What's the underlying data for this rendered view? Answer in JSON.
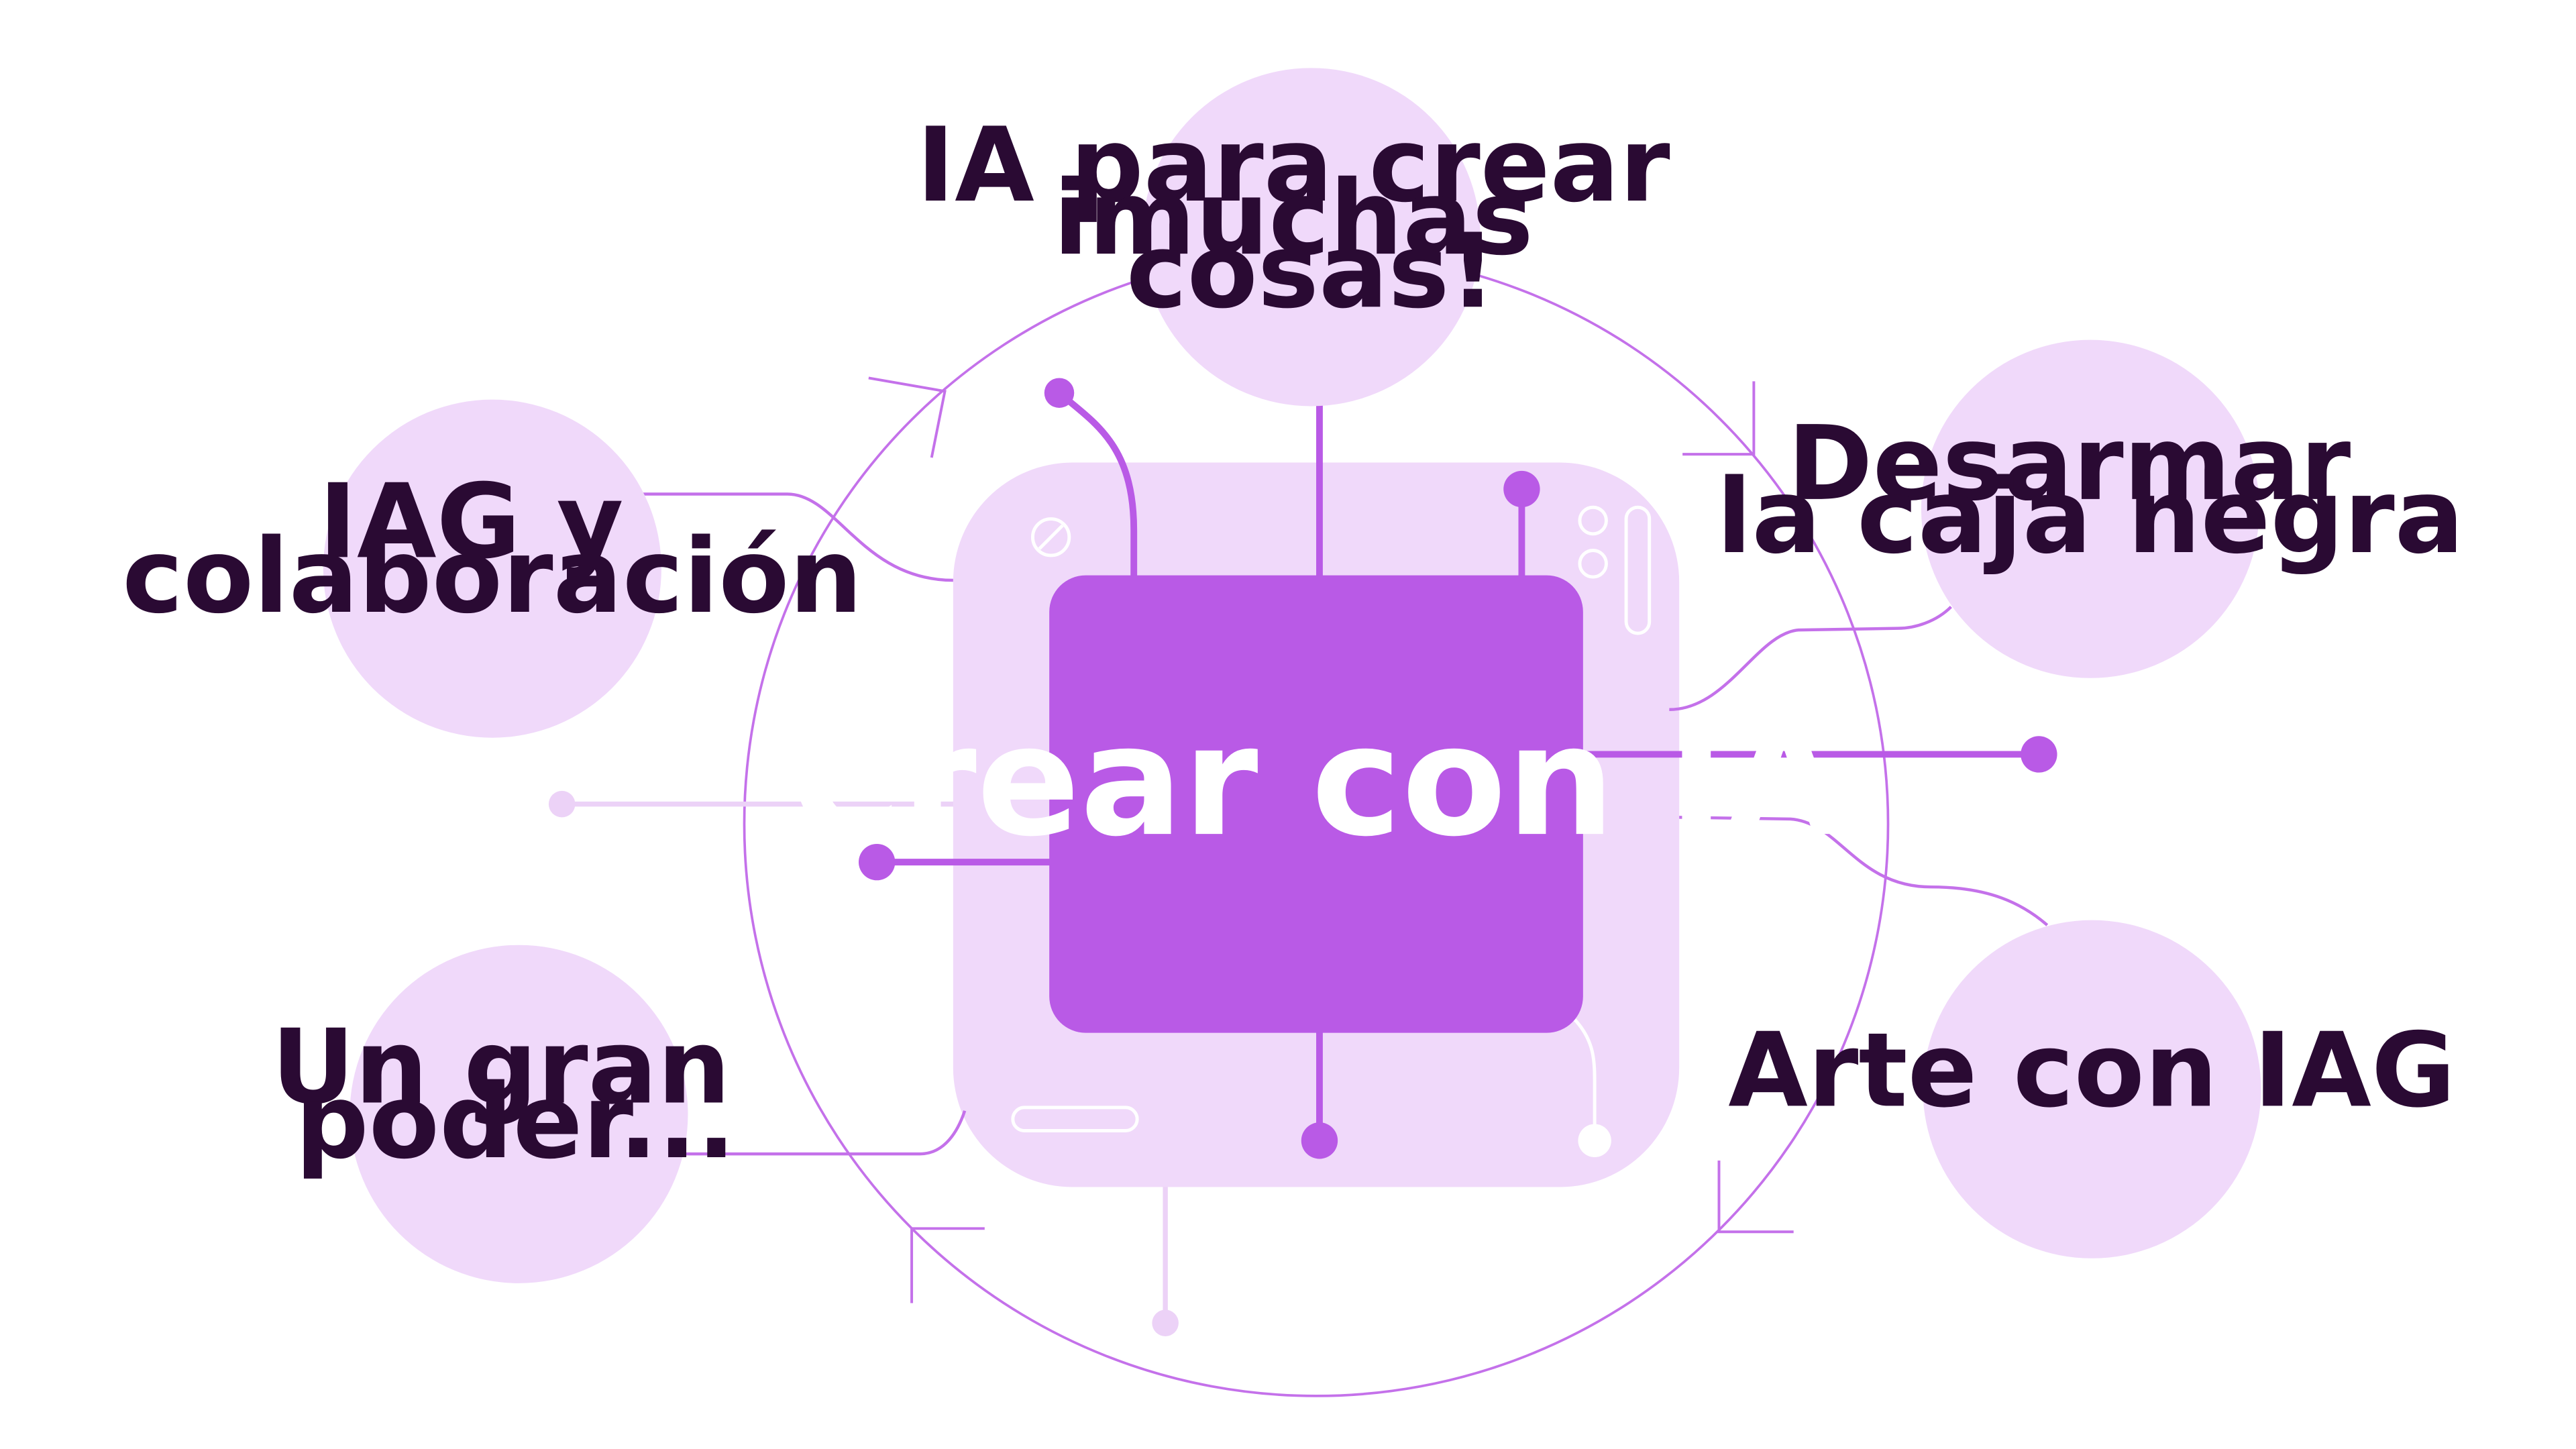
{
  "colors": {
    "light": "#f0d9fa",
    "accent": "#b95ae6",
    "thin_line": "#c471ea",
    "pale_line": "#ecd2f7",
    "text_dark": "#2a0a33",
    "text_light": "#ffffff"
  },
  "center": {
    "label": "Crear con IA"
  },
  "nodes": [
    {
      "id": "top",
      "lines": [
        "IA para crear",
        "imuchas",
        "cosas!"
      ]
    },
    {
      "id": "top-left",
      "lines": [
        "IAG y",
        "colaboración"
      ]
    },
    {
      "id": "bottom-left",
      "lines": [
        "Un gran",
        "poder..."
      ]
    },
    {
      "id": "top-right",
      "lines": [
        "Desarmar",
        "la caja negra"
      ]
    },
    {
      "id": "bottom-right",
      "lines": [
        "Arte con IAG"
      ]
    }
  ],
  "icons": {
    "chip": "chip-icon",
    "slash_circle": "slash-circle-icon"
  }
}
